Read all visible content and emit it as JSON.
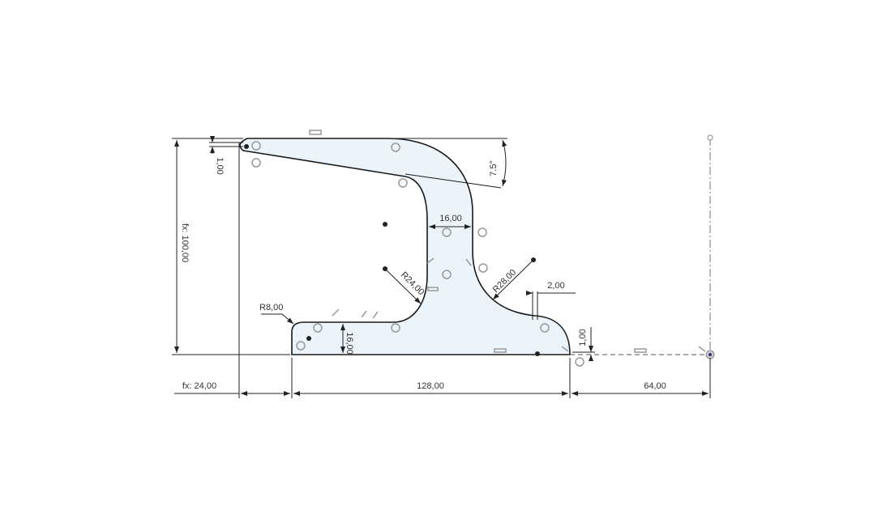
{
  "sketch": {
    "profile_fill": "#eaf4fa",
    "line_color": "#1a1a1a",
    "dimensions": {
      "height": "fx: 100,00",
      "left_offset": "fx: 24,00",
      "base_width": "128,00",
      "right_offset": "64,00",
      "top_thickness": "1,00",
      "angle": "7.5°",
      "neck_width": "16,00",
      "inner_radius": "R24,00",
      "outer_radius": "R28,00",
      "corner_radius": "R8,00",
      "foot_height": "16,00",
      "toe_width": "2,00",
      "toe_height": "1,00"
    }
  }
}
